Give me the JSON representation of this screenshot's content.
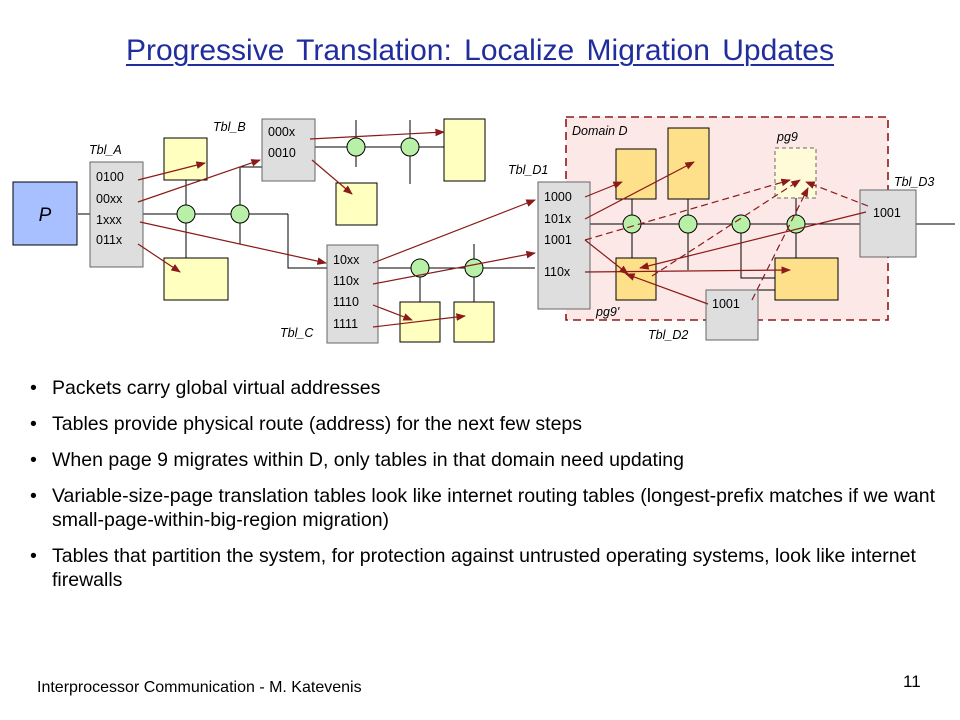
{
  "slide": {
    "title": "Progressive Translation: Localize Migration Updates",
    "footer": "Interprocessor Communication - M. Katevenis",
    "page_number": "11"
  },
  "diagram": {
    "processor_label": "P",
    "domain_label": "Domain D",
    "tables": {
      "tbl_a": {
        "label": "Tbl_A",
        "entries": [
          "0100",
          "00xx",
          "1xxx",
          "011x"
        ]
      },
      "tbl_b": {
        "label": "Tbl_B",
        "entries": [
          "000x",
          "0010"
        ]
      },
      "tbl_c": {
        "label": "Tbl_C",
        "entries": [
          "10xx",
          "110x",
          "1110",
          "1111"
        ]
      },
      "tbl_d1": {
        "label": "Tbl_D1",
        "entries": [
          "1000",
          "101x",
          "1001",
          "110x"
        ]
      },
      "tbl_d2": {
        "label": "Tbl_D2",
        "entries": [
          "1001"
        ]
      },
      "tbl_d3": {
        "label": "Tbl_D3",
        "entries": [
          "1001"
        ]
      }
    },
    "page_labels": {
      "old": "pg9",
      "new": "pg9'"
    },
    "colors": {
      "title": "#1f2e9c",
      "processor_fill": "#a8c0ff",
      "node_fill": "#ffffc0",
      "domain_node_fill": "#ffe08a",
      "switch_fill": "#b8f0a8",
      "table_fill": "#dedede",
      "domain_fill": "#fde8e8",
      "domain_border": "#8b1a1a",
      "arrow": "#8b1a1a"
    }
  },
  "bullets": [
    "Packets carry global virtual addresses",
    "Tables provide physical route (address) for the next few steps",
    "When page 9 migrates within D, only tables in that domain need updating",
    "Variable-size-page translation tables look like internet routing tables (longest-prefix matches if we want small-page-within-big-region migration)",
    "Tables that partition the system, for protection against untrusted operating systems, look like internet firewalls"
  ]
}
